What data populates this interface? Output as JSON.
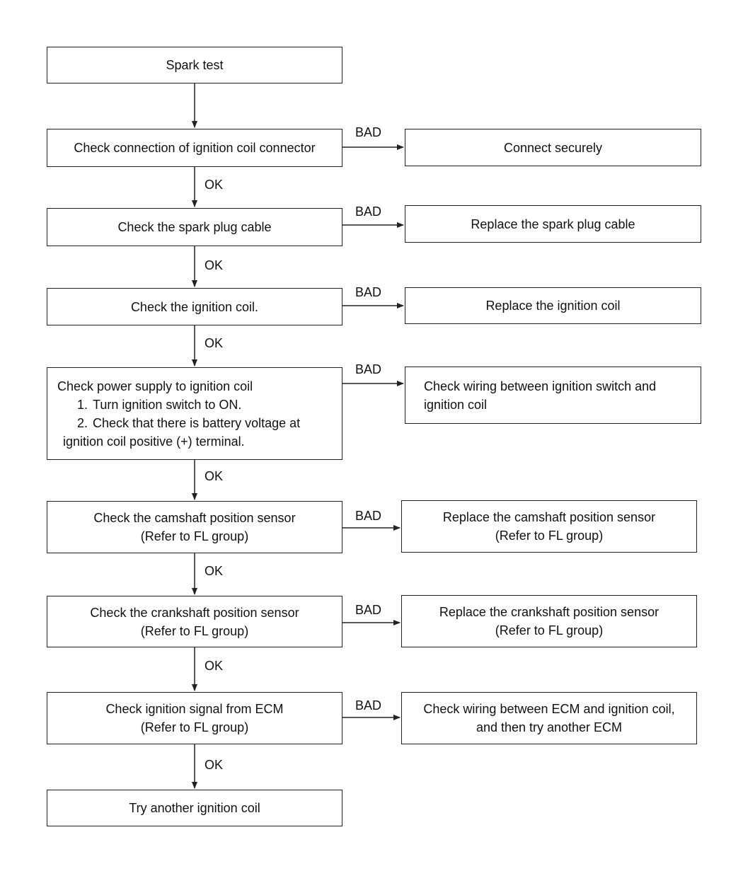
{
  "labels": {
    "ok": "OK",
    "bad": "BAD"
  },
  "steps": [
    {
      "check": "Spark test"
    },
    {
      "check": "Check connection of ignition coil connector",
      "fix": "Connect securely"
    },
    {
      "check": "Check the spark plug cable",
      "fix": "Replace the spark plug cable"
    },
    {
      "check": "Check the ignition coil.",
      "fix": "Replace the ignition coil"
    },
    {
      "check": "Check power supply to ignition coil",
      "substeps": [
        {
          "num": "1.",
          "text": "Turn ignition switch to ON."
        },
        {
          "num": "2.",
          "text": "Check that there is battery voltage at"
        }
      ],
      "check_cont": "ignition coil positive (+) terminal.",
      "fix_lines": [
        "Check wiring between ignition switch and",
        "ignition coil"
      ]
    },
    {
      "check_lines": [
        "Check the camshaft position sensor",
        "(Refer to FL group)"
      ],
      "fix_lines": [
        "Replace the camshaft position sensor",
        "(Refer to FL group)"
      ]
    },
    {
      "check_lines": [
        "Check the crankshaft position sensor",
        "(Refer to FL group)"
      ],
      "fix_lines": [
        "Replace the crankshaft position sensor",
        "(Refer to FL group)"
      ]
    },
    {
      "check_lines": [
        "Check ignition signal from ECM",
        "(Refer to FL group)"
      ],
      "fix_lines": [
        "Check wiring between ECM and ignition coil,",
        "and then try another ECM"
      ]
    },
    {
      "check": "Try another ignition coil"
    }
  ]
}
